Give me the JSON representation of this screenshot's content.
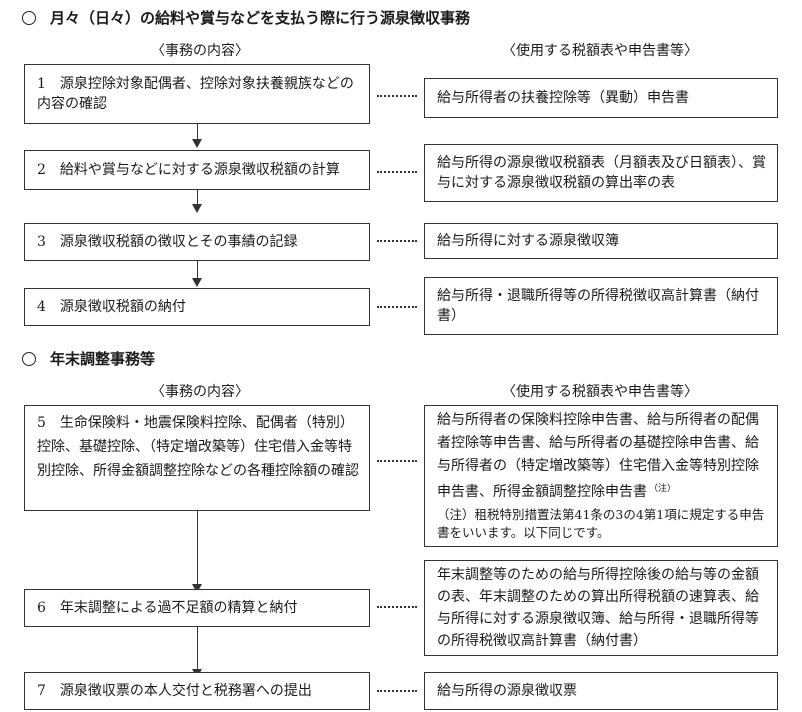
{
  "section1": {
    "title": "月々（日々）の給料や賞与などを支払う際に行う源泉徴収事務",
    "left_header": "〈事務の内容〉",
    "right_header": "〈使用する税額表や申告書等〉",
    "steps": [
      {
        "label": "1　源泉控除対象配偶者、控除対象扶養親族などの内容の確認",
        "doc": "給与所得者の扶養控除等（異動）申告書"
      },
      {
        "label": "2　給料や賞与などに対する源泉徴収税額の計算",
        "doc": "給与所得の源泉徴収税額表（月額表及び日額表）、賞与に対する源泉徴収税額の算出率の表"
      },
      {
        "label": "3　源泉徴収税額の徴収とその事績の記録",
        "doc": "給与所得に対する源泉徴収簿"
      },
      {
        "label": "4　源泉徴収税額の納付",
        "doc": "給与所得・退職所得等の所得税徴収高計算書（納付書）"
      }
    ]
  },
  "section2": {
    "title": "年末調整事務等",
    "left_header": "〈事務の内容〉",
    "right_header": "〈使用する税額表や申告書等〉",
    "steps": [
      {
        "label": "5　生命保険料・地震保険料控除、配偶者（特別）控除、基礎控除、（特定増改築等）住宅借入金等特別控除、所得金額調整控除などの各種控除額の確認",
        "doc": "給与所得者の保険料控除申告書、給与所得者の配偶者控除等申告書、給与所得者の基礎控除申告書、給与所得者の（特定増改築等）住宅借入金等特別控除申告書、所得金額調整控除申告書",
        "doc_mark": "（注）",
        "note": "（注）租税特別措置法第41条の3の4第1項に規定する申告書をいいます。以下同じです。"
      },
      {
        "label": "6　年末調整による過不足額の精算と納付",
        "doc": "年末調整等のための給与所得控除後の給与等の金額の表、年末調整のための算出所得税額の速算表、給与所得に対する源泉徴収簿、給与所得・退職所得等の所得税徴収高計算書（納付書）"
      },
      {
        "label": "7　源泉徴収票の本人交付と税務署への提出",
        "doc": "給与所得の源泉徴収票"
      }
    ]
  }
}
